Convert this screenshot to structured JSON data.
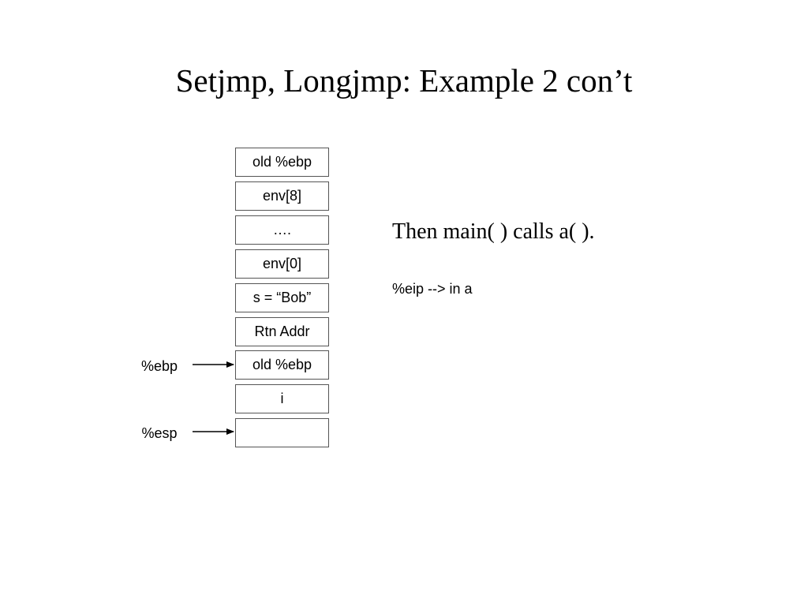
{
  "title": "Setjmp, Longjmp: Example 2 con’t",
  "stack": {
    "cells": [
      "old %ebp",
      "env[8]",
      "….",
      "env[0]",
      "s = “Bob”",
      "Rtn Addr",
      "old %ebp",
      "i",
      ""
    ]
  },
  "pointers": {
    "ebp": {
      "label": "%ebp",
      "cell_index": 6
    },
    "esp": {
      "label": "%esp",
      "cell_index": 8
    }
  },
  "caption": "Then main( ) calls a( ).",
  "note": "%eip --> in a"
}
